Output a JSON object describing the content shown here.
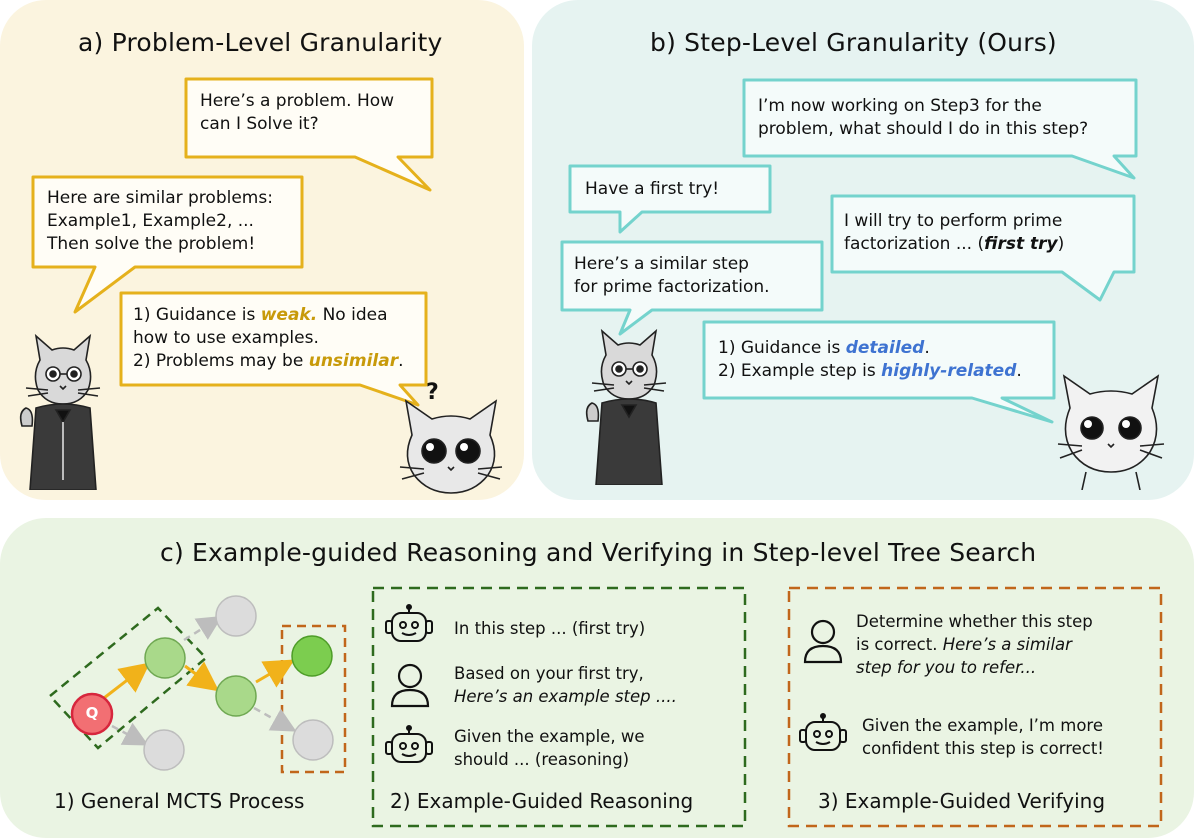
{
  "panel_a": {
    "title": "a) Problem-Level Granularity",
    "user_bubble": [
      "Here’s  a problem. How",
      "can I Solve it?"
    ],
    "teacher_bubble": [
      "Here are similar problems:",
      "Example1, Example2, ...",
      "Then solve the problem!"
    ],
    "critique": {
      "line1_pre": "1) Guidance is ",
      "line1_em": "weak.",
      "line1_post": " No idea",
      "line2": "how to use examples.",
      "line3_pre": "2) Problems may be ",
      "line3_em": "unsimilar",
      "line3_post": "."
    },
    "question_mark": "?"
  },
  "panel_b": {
    "title": "b) Step-Level Granularity (Ours)",
    "user_bubble": [
      "I’m now working on Step3 for the",
      "problem, what should I do in this step?"
    ],
    "first_try_bubble": "Have a first try!",
    "student_try": {
      "line1": "I will try to perform prime",
      "line2_pre": "factorization ... (",
      "line2_em": "first try",
      "line2_post": ")"
    },
    "similar_step_bubble": [
      "Here’s a similar step",
      "for prime factorization."
    ],
    "critique": {
      "line1_pre": "1) Guidance is ",
      "line1_em": "detailed",
      "line1_post": ".",
      "line2_pre": "2) Example step is ",
      "line2_em": "highly-related",
      "line2_post": "."
    }
  },
  "panel_c": {
    "title": "c) Example-guided Reasoning and Verifying in Step-level Tree Search",
    "mcts": {
      "root_label": "Q",
      "caption": "1) General MCTS Process"
    },
    "reasoning": {
      "caption": "2) Example-Guided Reasoning",
      "lines": [
        {
          "speaker": "robot",
          "text": [
            "In this step ... (first try)"
          ]
        },
        {
          "speaker": "person",
          "text": [
            "Based on your first try,",
            "Here’s an example step ...."
          ]
        },
        {
          "speaker": "robot",
          "text": [
            "Given the example, we",
            "should ... (reasoning)"
          ]
        }
      ]
    },
    "verifying": {
      "caption": "3) Example-Guided Verifying",
      "person_line1": "Determine whether this step",
      "person_line2_pre": "is correct. ",
      "person_line2_em": "Here’s a similar",
      "person_line3": "step for you to refer...",
      "robot_line1": "Given the example, I’m more",
      "robot_line2": "confident this step is correct!"
    }
  },
  "colors": {
    "gold": "#e5b11c",
    "teal": "#74d3cd",
    "green_dash": "#2e6a1e",
    "orange_dash": "#c1661b",
    "node_red": "#f26f73",
    "node_green_light": "#a9d98a",
    "node_green_dark": "#7ccd4f",
    "node_gray": "#dcdcdc",
    "arrow_gold": "#f1b21a"
  }
}
